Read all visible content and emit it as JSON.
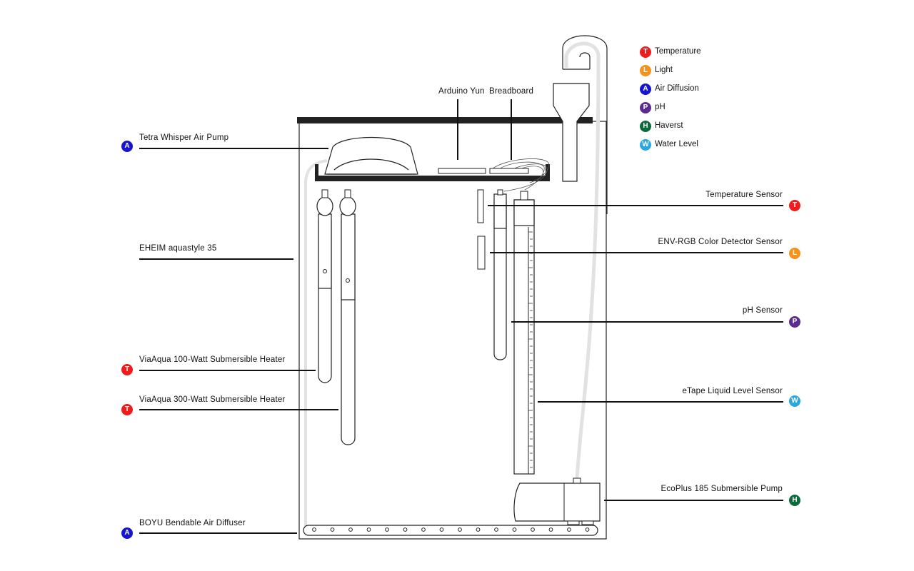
{
  "categories": {
    "T": {
      "letter": "T",
      "label": "Temperature",
      "color": "#ee1c1c"
    },
    "L": {
      "letter": "L",
      "label": "Light",
      "color": "#f5921e"
    },
    "A": {
      "letter": "A",
      "label": "Air Diffusion",
      "color": "#1414d2"
    },
    "P": {
      "letter": "P",
      "label": "pH",
      "color": "#5b2b8f"
    },
    "H": {
      "letter": "H",
      "label": "Haverst",
      "color": "#0b6b3a"
    },
    "W": {
      "letter": "W",
      "label": "Water Level",
      "color": "#29a8e0"
    }
  },
  "legend_order": [
    "T",
    "L",
    "A",
    "P",
    "H",
    "W"
  ],
  "labels": {
    "arduino": "Arduino Yun",
    "breadboard": "Breadboard",
    "air_pump": "Tetra Whisper Air Pump",
    "tank": "EHEIM aquastyle 35",
    "heater_100": "ViaAqua 100-Watt  Submersible Heater",
    "heater_300": "ViaAqua 300-Watt  Submersible Heater",
    "air_diffuser": "BOYU Bendable Air Diffuser",
    "temp_sensor": "Temperature Sensor",
    "color_sensor": "ENV-RGB Color Detector Sensor",
    "ph_sensor": "pH Sensor",
    "level_sensor": "eTape Liquid Level Sensor",
    "pump": "EcoPlus 185 Submersible Pump"
  }
}
